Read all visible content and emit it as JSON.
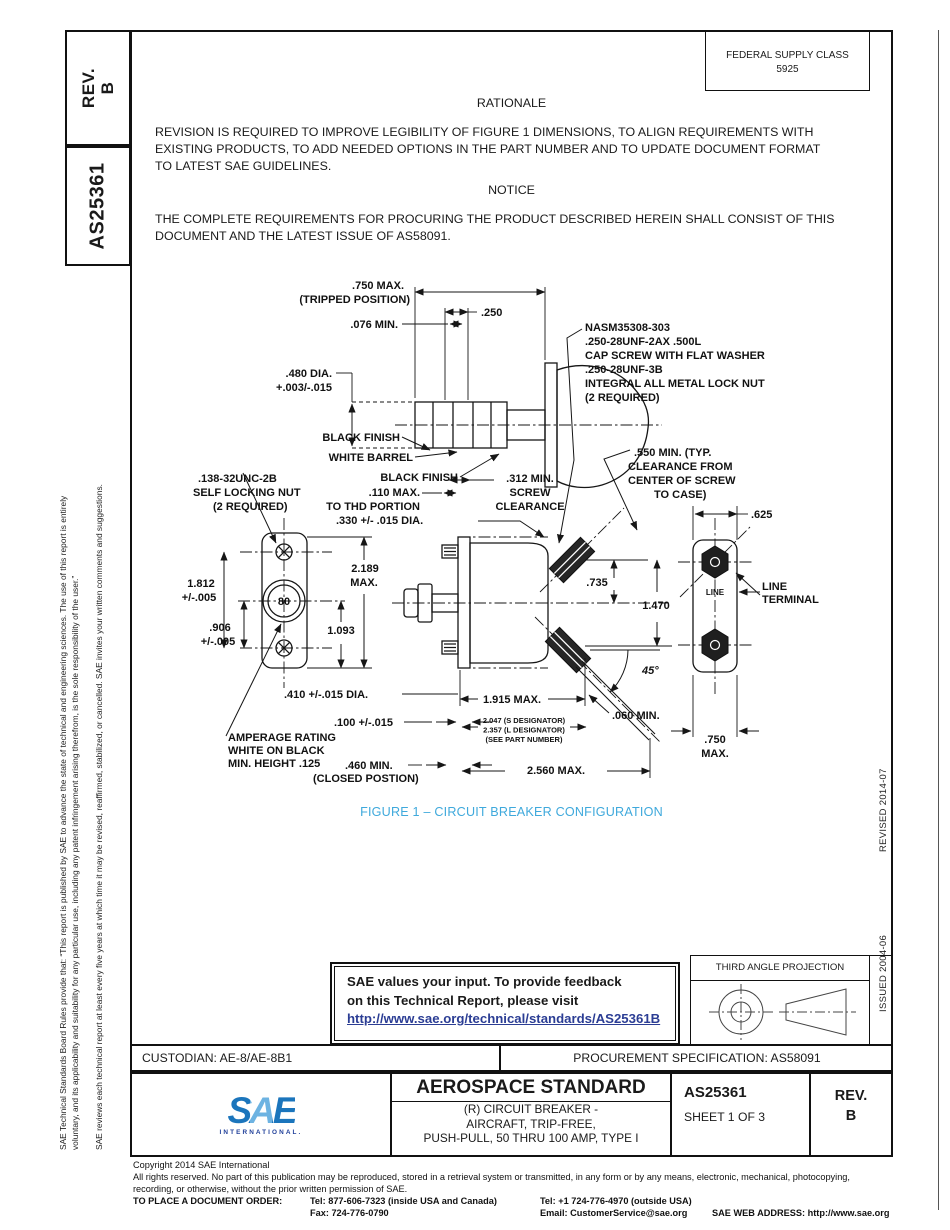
{
  "document": {
    "rev_label": "REV.",
    "rev_value": "B",
    "doc_number": "AS25361"
  },
  "left_margin": {
    "disclaimer_board": "SAE Technical Standards Board Rules provide that: “This report is published by SAE to advance the state of technical and engineering sciences. The use of this report is entirely\nvoluntary, and its applicability and suitability for any particular use, including any patent infringement arising therefrom, is the sole responsibility of the user.”",
    "disclaimer_review": "SAE reviews each technical report at least every five years at which time it may be revised, reaffirmed, stabilized, or cancelled. SAE invites your written comments and suggestions."
  },
  "right_margin": {
    "revised": "REVISED 2014-07",
    "issued": "ISSUED 2004-06"
  },
  "header": {
    "federal_supply_class_label": "FEDERAL SUPPLY CLASS",
    "federal_supply_class_code": "5925",
    "rationale_title": "RATIONALE",
    "rationale_text": "REVISION IS REQUIRED TO IMPROVE LEGIBILITY OF FIGURE 1 DIMENSIONS, TO ALIGN REQUIREMENTS WITH\nEXISTING PRODUCTS, TO ADD NEEDED OPTIONS IN THE PART NUMBER AND TO UPDATE DOCUMENT FORMAT\nTO LATEST SAE GUIDELINES.",
    "notice_title": "NOTICE",
    "notice_text": "THE COMPLETE REQUIREMENTS FOR PROCURING THE PRODUCT DESCRIBED HEREIN SHALL CONSIST OF THIS\nDOCUMENT AND THE LATEST ISSUE OF AS58091."
  },
  "figure": {
    "caption": "FIGURE 1 – CIRCUIT BREAKER CONFIGURATION",
    "labels": {
      "tripped_dim": ".750 MAX.",
      "tripped_pos": "(TRIPPED POSITION)",
      "d250": ".250",
      "d076": ".076 MIN.",
      "dia480_1": ".480 DIA.",
      "dia480_2": "+.003/-.015",
      "black_finish_1": "BLACK FINISH",
      "white_barrel": "WHITE BARREL",
      "black_finish_2": "BLACK FINISH",
      "nasm1": "NASM35308-303",
      "nasm2": ".250-28UNF-2AX .500L",
      "nasm3": "CAP SCREW WITH FLAT WASHER",
      "nasm4": ".250-28UNF-3B",
      "nasm5": "INTEGRAL ALL METAL LOCK NUT",
      "nasm6": "(2 REQUIRED)",
      "locknut1": ".138-32UNC-2B",
      "locknut2": "SELF LOCKING NUT",
      "locknut3": "(2 REQUIRED)",
      "thd1": ".110 MAX.",
      "thd2": "TO THD PORTION",
      "screwclr1": ".312 MIN.",
      "screwclr2": "SCREW",
      "screwclr3": "CLEARANCE",
      "dia330": ".330 +/- .015 DIA.",
      "clr550_1": ".550 MIN. (TYP.",
      "clr550_2": "CLEARANCE FROM",
      "clr550_3": "CENTER OF SCREW",
      "clr550_4": "TO CASE)",
      "d625": ".625",
      "d1812": "1.812",
      "d1812t": "+/-.005",
      "d906": ".906",
      "d906t": "+/-.005",
      "amp80": "80",
      "d2189": "2.189",
      "d2189t": "MAX.",
      "d1093": "1.093",
      "d735": ".735",
      "d1470": "1.470",
      "line_mark": "LINE",
      "term1": "LINE",
      "term2": "TERMINAL",
      "a45": "45°",
      "dia410": ".410 +/-.015 DIA.",
      "d100": ".100 +/-.015",
      "amp1": "AMPERAGE RATING",
      "amp2": "WHITE ON BLACK",
      "amp3": "MIN. HEIGHT .125",
      "d1915": "1.915 MAX.",
      "desig1": "2.047 (S DESIGNATOR)",
      "desig2": "2.357 (L DESIGNATOR)",
      "desig3": "(SEE PART NUMBER)",
      "d060": ".060 MIN.",
      "d750f1": ".750",
      "d750f2": "MAX.",
      "d460": ".460 MIN.",
      "d460t": "(CLOSED POSTION)",
      "d2560": "2.560 MAX."
    }
  },
  "feedback": {
    "line1": "SAE values your input. To provide feedback",
    "line2": "on this Technical Report, please visit",
    "link": "http://www.sae.org/technical/standards/AS25361B"
  },
  "projection": {
    "title": "THIRD ANGLE PROJECTION"
  },
  "info_row": {
    "custodian": "CUSTODIAN: AE-8/AE-8B1",
    "procurement": "PROCUREMENT SPECIFICATION: AS58091"
  },
  "title_block": {
    "logo_text": "SAE",
    "logo_subtext": "INTERNATIONAL.",
    "standard_type": "AEROSPACE STANDARD",
    "title_line1": "(R) CIRCUIT BREAKER -",
    "title_line2": "AIRCRAFT, TRIP-FREE,",
    "title_line3": "PUSH-PULL, 50 THRU 100 AMP, TYPE I",
    "doc_number": "AS25361",
    "sheet_info": "SHEET 1 OF 3",
    "rev_label": "REV.",
    "rev_value": "B"
  },
  "footer": {
    "copyright": "Copyright 2014 SAE International",
    "rights_line1": "All rights reserved. No part of this publication may be reproduced, stored in a retrieval system or transmitted, in any form or by any means, electronic, mechanical, photocopying,",
    "rights_line2": "recording, or otherwise, without the prior written permission of SAE.",
    "order_label": "TO PLACE A DOCUMENT ORDER:",
    "tel_inside": "Tel: 877-606-7323 (inside USA and Canada)",
    "tel_outside": "Tel: +1 724-776-4970 (outside USA)",
    "fax": "Fax: 724-776-0790",
    "email": "Email: CustomerService@sae.org",
    "web": "SAE WEB ADDRESS: http://www.sae.org"
  },
  "colors": {
    "figure_caption_blue": "#3FA9DC",
    "link_blue": "#2B3D94",
    "logo_blue_dark": "#1B75BC",
    "logo_blue_light": "#6DB3E2",
    "logo_navy": "#21409A"
  }
}
